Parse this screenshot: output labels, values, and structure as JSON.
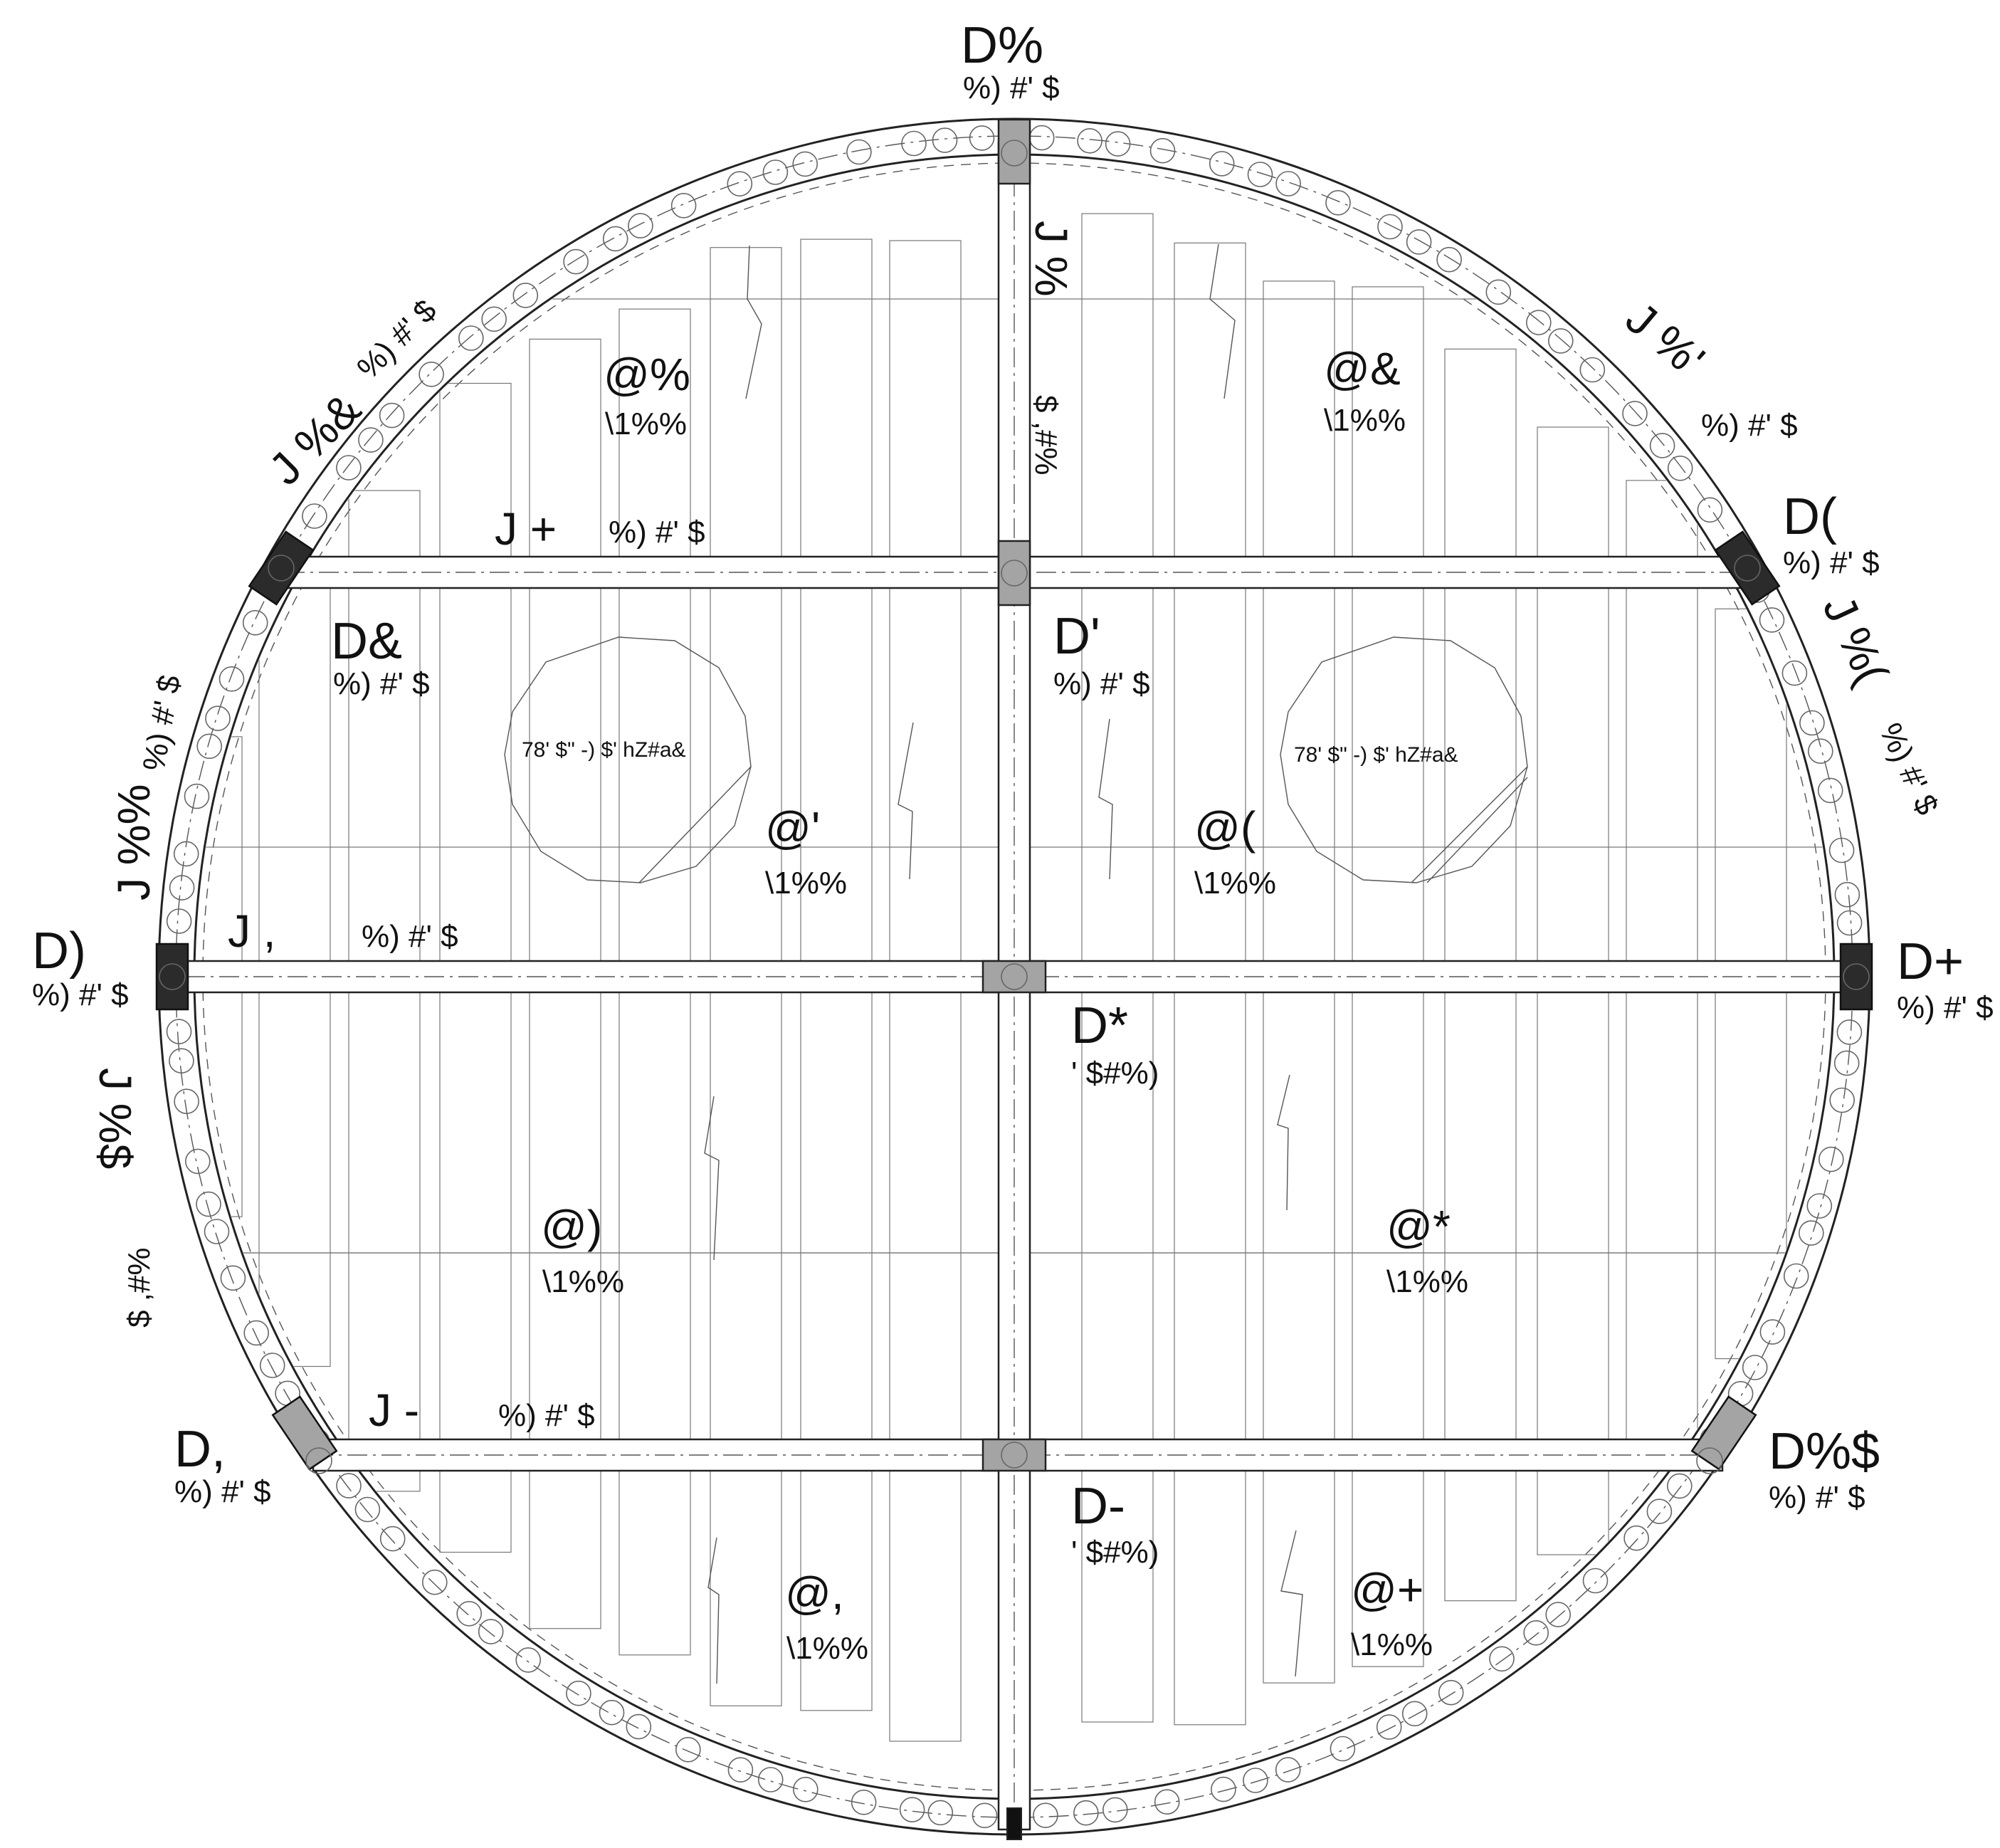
{
  "colors": {
    "line": "#222222",
    "thin_line": "#555555",
    "block_dark": "#2b2b2b",
    "block_grey": "#a4a4a4",
    "background": "#ffffff"
  },
  "nodes": {
    "top": {
      "id": "D%",
      "code": "%) #' $"
    },
    "upper_left": {
      "id": "D&",
      "code": "%) #' $"
    },
    "upper_center": {
      "id": "D'",
      "code": "%) #' $"
    },
    "upper_right": {
      "id": "D(",
      "code": "%) #' $"
    },
    "left": {
      "id": "D)",
      "code": "%) #' $"
    },
    "center": {
      "id": "D*",
      "code": "' $#%)"
    },
    "right": {
      "id": "D+",
      "code": "%) #' $"
    },
    "lower_left": {
      "id": "D,",
      "code": "%) #' $"
    },
    "lower_center": {
      "id": "D-",
      "code": "' $#%)"
    },
    "lower_right": {
      "id": "D%$",
      "code": "%) #' $"
    }
  },
  "panels": [
    {
      "id": "@%",
      "code": "\\1%%"
    },
    {
      "id": "@&",
      "code": "\\1%%"
    },
    {
      "id": "@'",
      "code": "\\1%%"
    },
    {
      "id": "@(",
      "code": "\\1%%"
    },
    {
      "id": "@)",
      "code": "\\1%%"
    },
    {
      "id": "@*",
      "code": "\\1%%"
    },
    {
      "id": "@,",
      "code": "\\1%%"
    },
    {
      "id": "@+",
      "code": "\\1%%"
    }
  ],
  "beams": {
    "upper": {
      "id": "J +",
      "code": "%) #' $"
    },
    "middle": {
      "id": "J ,",
      "code": "%) #' $"
    },
    "lower": {
      "id": "J -",
      "code": "%) #' $"
    },
    "vertical_upper": {
      "id": "J %",
      "code": "$ ,#%"
    },
    "arc_upper_left": {
      "id": "J %&",
      "code": "%) #' $"
    },
    "arc_upper_right": {
      "id": "J %'",
      "code": "%) #' $"
    },
    "arc_left": {
      "id": "J %%",
      "code": "%) #' $"
    },
    "arc_right": {
      "id": "J %(",
      "code": "%) #' $"
    },
    "arc_lower_left": {
      "id": "J %$",
      "code": "$ ,#%"
    }
  },
  "openings": [
    {
      "label": "78' $\" -) $' hZ#a&"
    },
    {
      "label": "78' $\" -) $' hZ#a&"
    }
  ]
}
